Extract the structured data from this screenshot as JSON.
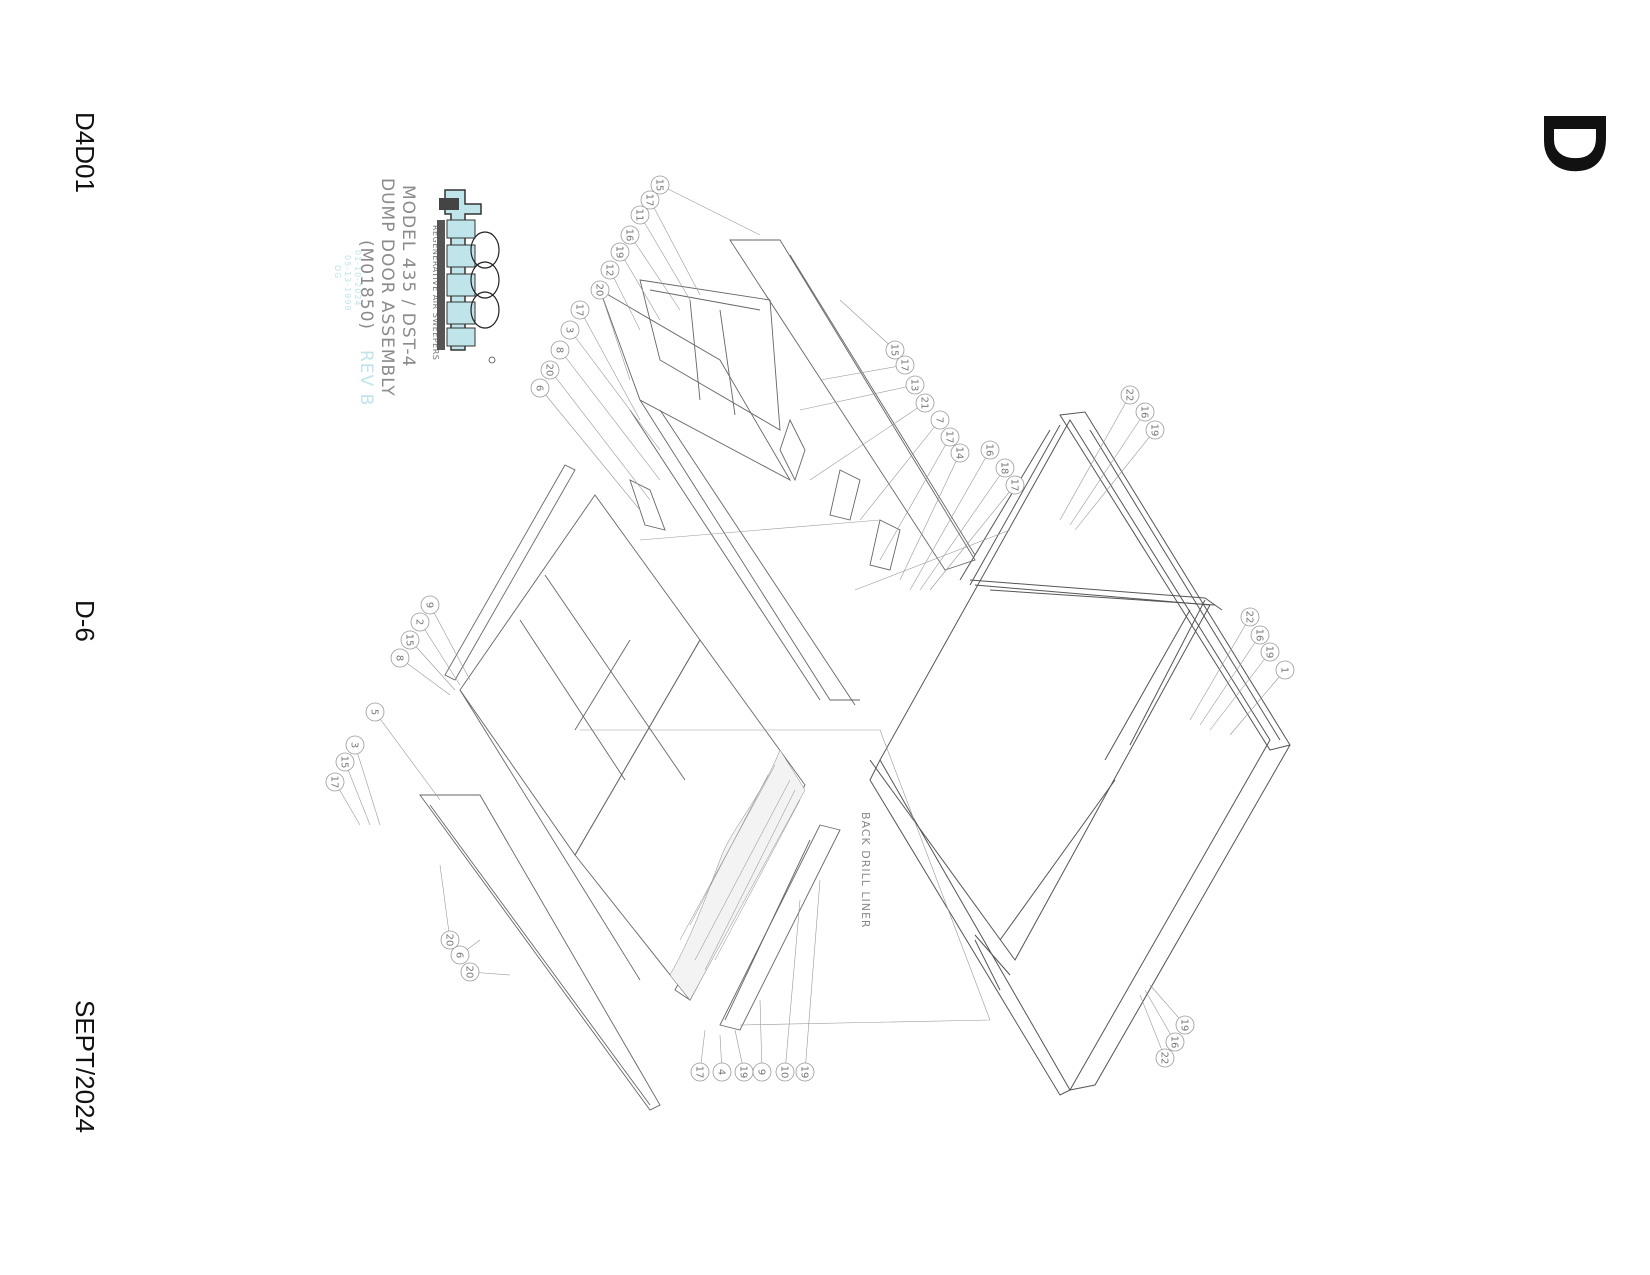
{
  "page": {
    "code": "D4D01",
    "number": "D-6",
    "date": "SEPT/2024",
    "section": "D"
  },
  "title_block": {
    "brand": "TYMCO",
    "tagline": "REGENERATIVE AIR SWEEPERS",
    "model": "MODEL 435 / DST-4",
    "title": "DUMP DOOR ASSEMBLY",
    "part_number": "(M01850)",
    "revision": "REV B",
    "small_line_1": "01-10-2024",
    "small_line_2": "05-13-1999",
    "small_line_3": "DG",
    "brand_color": "#bfe4ea"
  },
  "drawing": {
    "annotation": "BACK DRILL LINER",
    "callouts_top": [
      "15",
      "17",
      "11",
      "16",
      "19",
      "12",
      "20",
      "17",
      "3",
      "8",
      "20",
      "6"
    ],
    "callouts_upper_mid": [
      "15",
      "17",
      "13",
      "21",
      "7",
      "17",
      "14",
      "16",
      "18",
      "17"
    ],
    "callouts_right_top": [
      "22",
      "16",
      "19"
    ],
    "callouts_right_mid": [
      "22",
      "16",
      "19",
      "1"
    ],
    "callouts_right_bottom": [
      "19",
      "16",
      "22"
    ],
    "callouts_left": [
      "9",
      "2",
      "15",
      "8",
      "5",
      "3",
      "15",
      "17"
    ],
    "callouts_lower_left": [
      "20",
      "6",
      "20"
    ],
    "callouts_bottom": [
      "17",
      "4",
      "19",
      "9",
      "10",
      "19"
    ]
  }
}
